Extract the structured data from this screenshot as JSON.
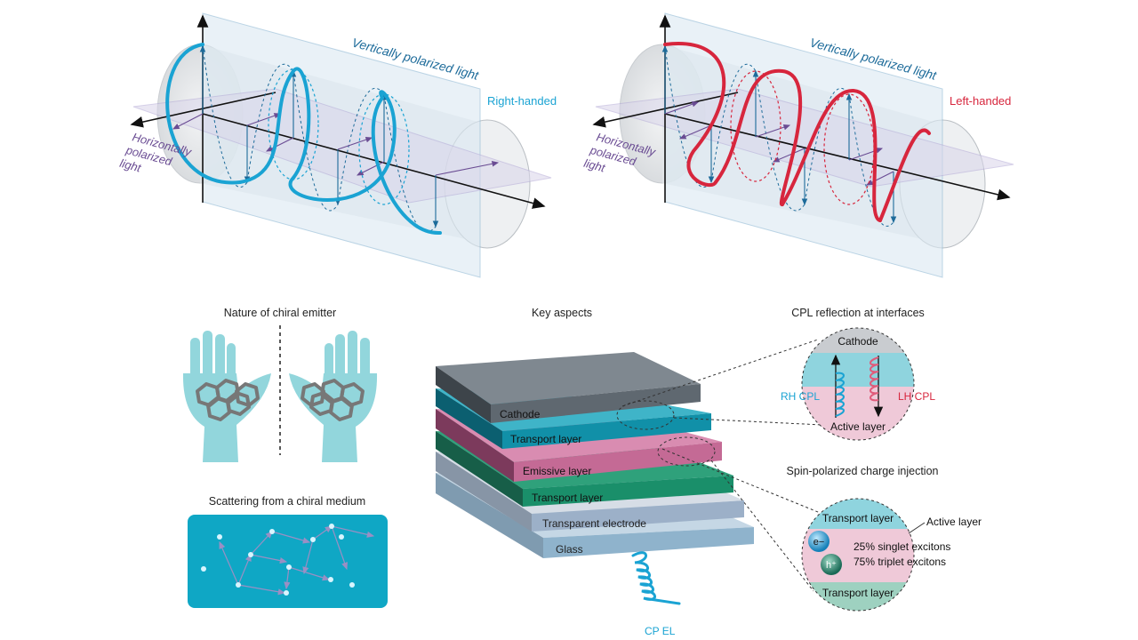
{
  "top_left": {
    "vertical_label": "Vertically polarized light",
    "handedness_label": "Right-handed",
    "horizontal_label_lines": [
      "Horizontally",
      "polarized",
      "light"
    ]
  },
  "top_right": {
    "vertical_label": "Vertically polarized light",
    "handedness_label": "Left-handed",
    "horizontal_label_lines": [
      "Horizontally",
      "polarized",
      "light"
    ]
  },
  "panels": {
    "chiral_emitter_title": "Nature of chiral emitter",
    "scattering_title": "Scattering from a chiral medium",
    "key_aspects_title": "Key aspects",
    "cpl_reflection_title": "CPL reflection at interfaces",
    "spin_injection_title": "Spin-polarized charge injection"
  },
  "device_layers": [
    "Cathode",
    "Transport layer",
    "Emissive layer",
    "Transport layer",
    "Transparent electrode",
    "Glass"
  ],
  "output_label": "CP EL",
  "reflection_inset": {
    "top_layer": "Cathode",
    "bottom_layer": "Active layer",
    "rh_label": "RH CPL",
    "lh_label": "LH CPL"
  },
  "injection_inset": {
    "top_layer": "Transport layer",
    "bottom_layer": "Transport layer",
    "callout": "Active layer",
    "electron": "e−",
    "hole": "h⁺",
    "singlet_text": "25% singlet excitons",
    "triplet_text": "75% triplet excitons"
  },
  "colors": {
    "right_handed": "#1aa3d3",
    "left_handed": "#d7263d",
    "vertical_text": "#1d6b9a",
    "horizontal_text": "#6a4c93",
    "cathode": "#5f6870",
    "transport_top": "#1190a8",
    "emissive": "#c46a95",
    "transport_bottom": "#1a8f6a",
    "electrode": "#9cb0c8",
    "glass": "#8fb3cc",
    "scatter_bg": "#0fa7c5"
  }
}
